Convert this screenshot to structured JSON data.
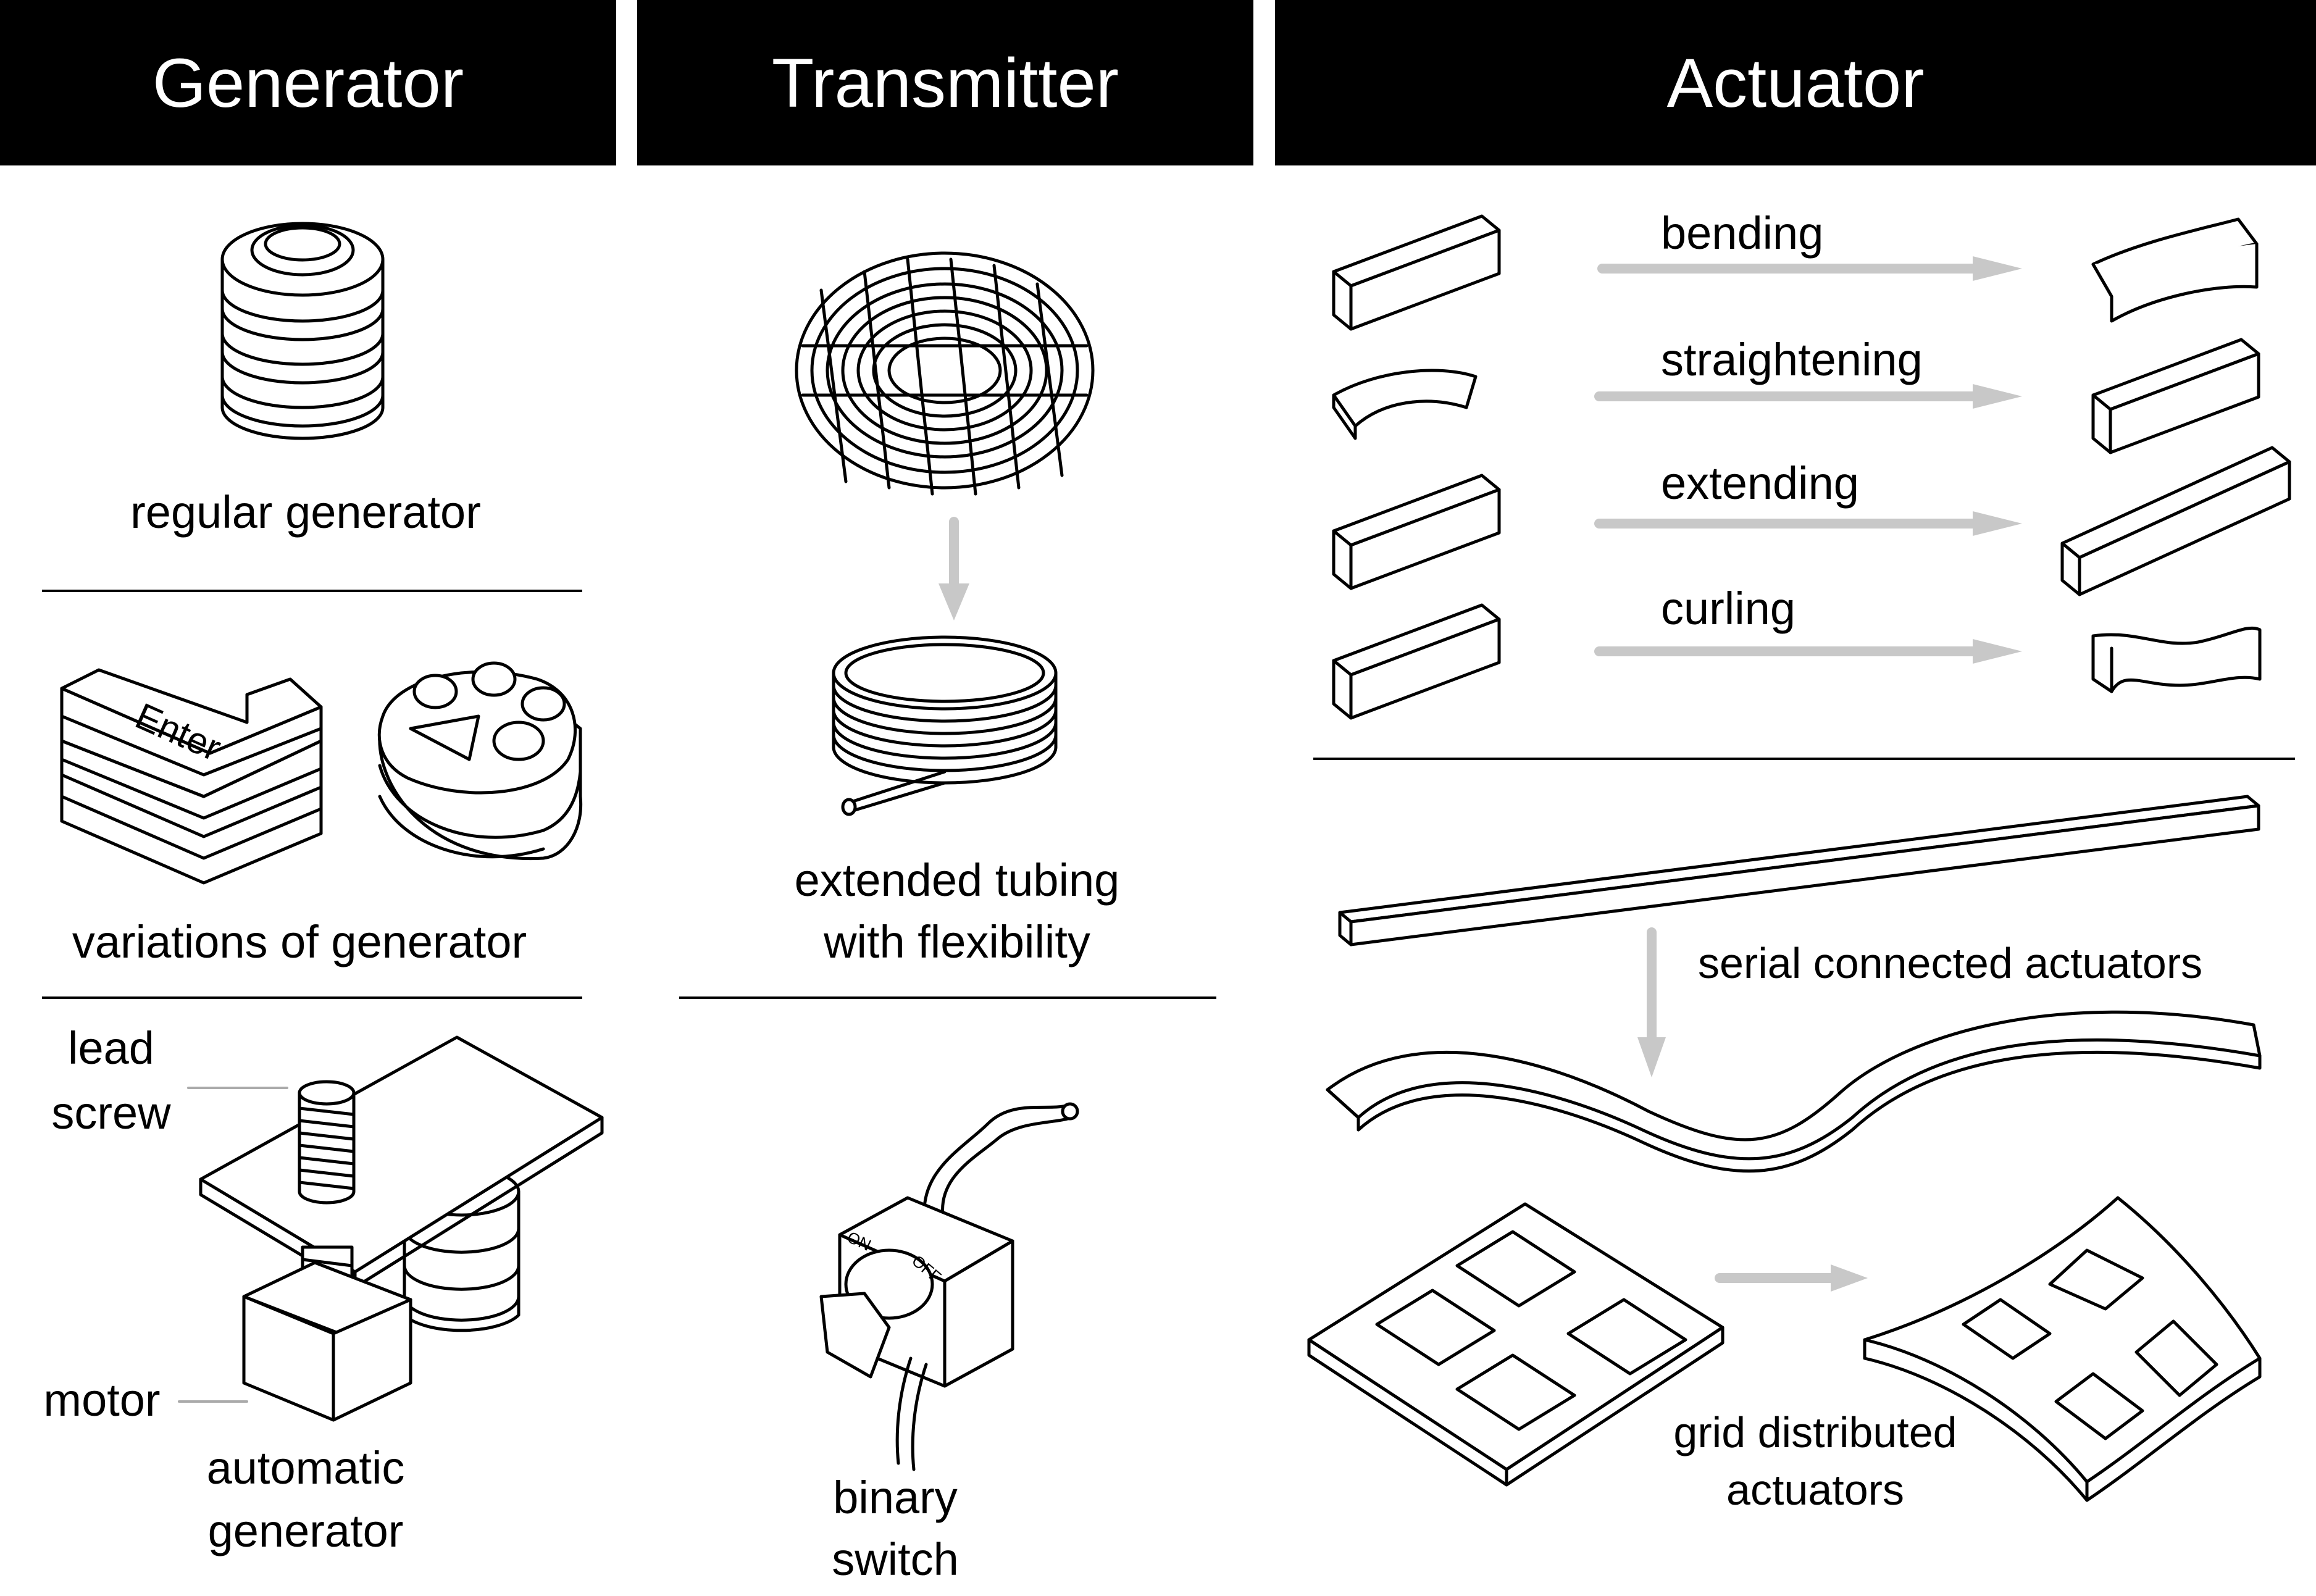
{
  "headers": {
    "generator": "Generator",
    "transmitter": "Transmitter",
    "actuator": "Actuator"
  },
  "generator": {
    "regular": "regular generator",
    "variations": "variations of generator",
    "enter_key_text": "Enter",
    "lead": "lead",
    "screw": "screw",
    "motor": "motor",
    "automatic_line1": "automatic",
    "automatic_line2": "generator"
  },
  "transmitter": {
    "extended_line1": "extended tubing",
    "extended_line2": "with flexibility",
    "binary_line1": "binary",
    "binary_line2": "switch",
    "switch_on": "ON",
    "switch_off": "OFF"
  },
  "actuator": {
    "bending": "bending",
    "straightening": "straightening",
    "extending": "extending",
    "curling": "curling",
    "serial": "serial connected actuators",
    "grid_line1": "grid distributed",
    "grid_line2": "actuators"
  }
}
